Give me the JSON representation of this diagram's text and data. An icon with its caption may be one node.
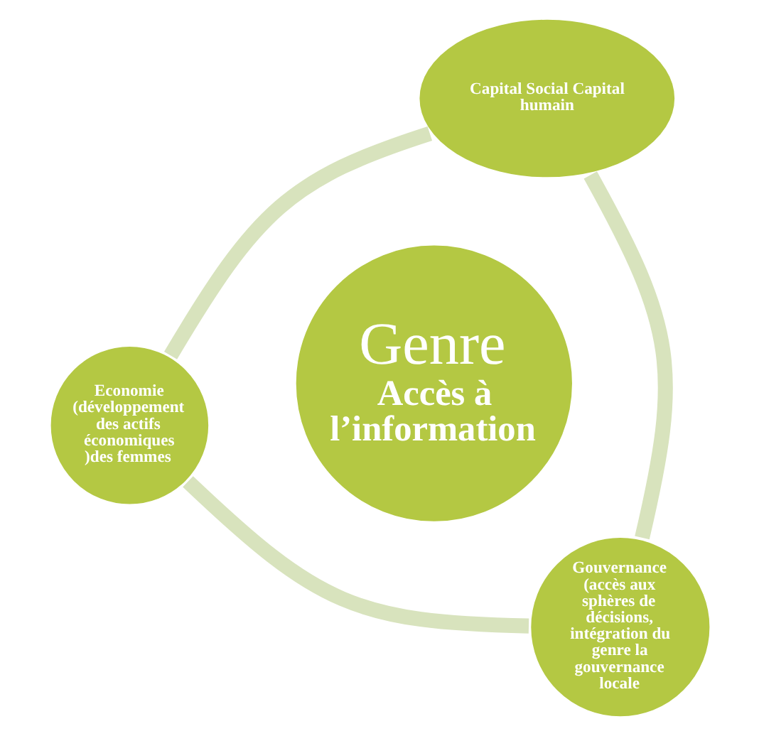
{
  "diagram": {
    "nodes": [
      {
        "text": [
          "Economie (développement des actifs économiques )des femmes"
        ]
      },
      {
        "text": [
          "Genre",
          "Accès à l’information"
        ]
      },
      {
        "text": [
          "Gouvernance (accès aux sphères de décisions, intégration du genre la gouvernance locale"
        ]
      },
      {
        "text": [
          "Capital Social Capital humain"
        ]
      }
    ],
    "edges": [
      {
        "from": 0,
        "to": 2,
        "arrow": "none"
      },
      {
        "from": 2,
        "to": 3,
        "arrow": "none"
      },
      {
        "from": 3,
        "to": 0,
        "arrow": "none"
      }
    ]
  }
}
